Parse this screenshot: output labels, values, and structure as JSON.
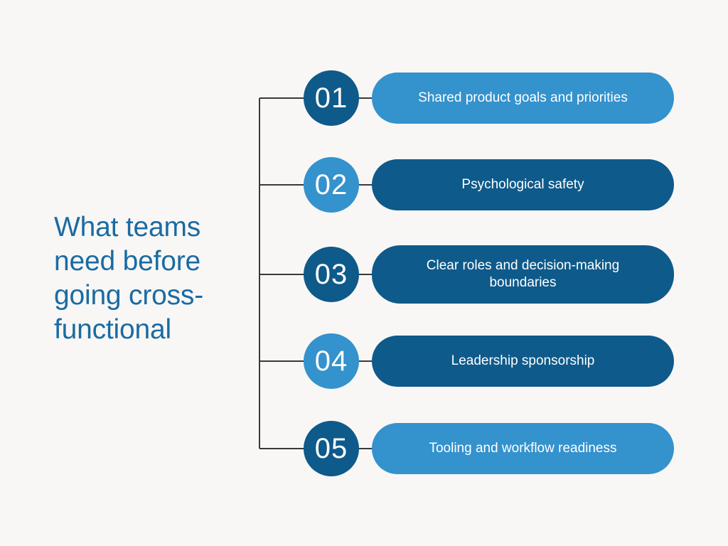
{
  "colors": {
    "background": "#f8f7f5",
    "dark_blue": "#0e5a8a",
    "light_blue": "#3492cd",
    "title_text": "#1a6ba3",
    "pill_text": "#ffffff",
    "connector_line": "#3a3a3a"
  },
  "title": {
    "text": "What teams\nneed before\ngoing cross-\nfunctional"
  },
  "items": [
    {
      "number": "01",
      "label": "Shared product goals and priorities",
      "circle_color": "#0e5a8a",
      "pill_color": "#3492cd"
    },
    {
      "number": "02",
      "label": "Psychological safety",
      "circle_color": "#3492cd",
      "pill_color": "#0e5a8a"
    },
    {
      "number": "03",
      "label": "Clear roles and decision-making boundaries",
      "circle_color": "#0e5a8a",
      "pill_color": "#0e5a8a"
    },
    {
      "number": "04",
      "label": "Leadership sponsorship",
      "circle_color": "#3492cd",
      "pill_color": "#0e5a8a"
    },
    {
      "number": "05",
      "label": "Tooling and workflow readiness",
      "circle_color": "#0e5a8a",
      "pill_color": "#3492cd"
    }
  ]
}
